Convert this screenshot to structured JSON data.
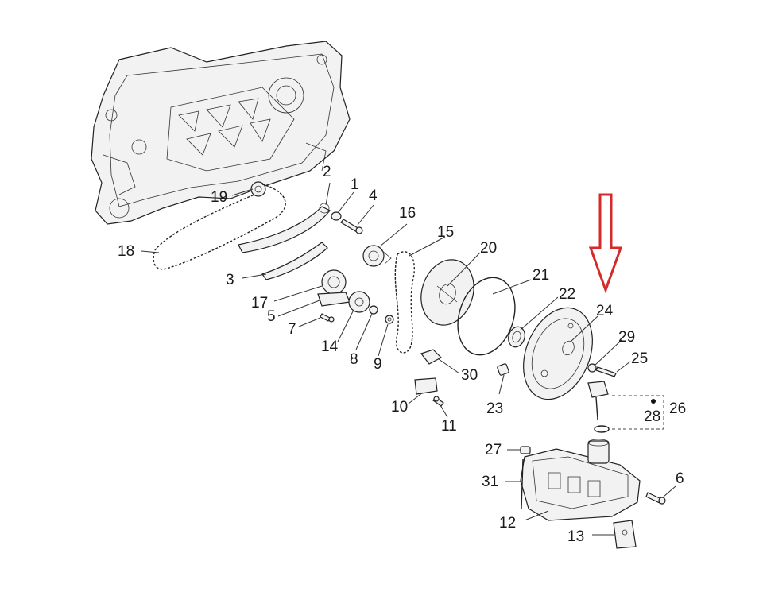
{
  "diagram": {
    "part_numbers": [
      "1",
      "2",
      "3",
      "4",
      "5",
      "6",
      "7",
      "8",
      "9",
      "10",
      "11",
      "12",
      "13",
      "14",
      "15",
      "16",
      "17",
      "18",
      "19",
      "20",
      "21",
      "22",
      "23",
      "24",
      "25",
      "26",
      "27",
      "28",
      "29",
      "30",
      "31"
    ],
    "highlight": {
      "part": "24",
      "indicator": "down-arrow-outline",
      "color": "#d42a2a"
    },
    "colors": {
      "line": "#222222",
      "background": "#ffffff"
    }
  }
}
